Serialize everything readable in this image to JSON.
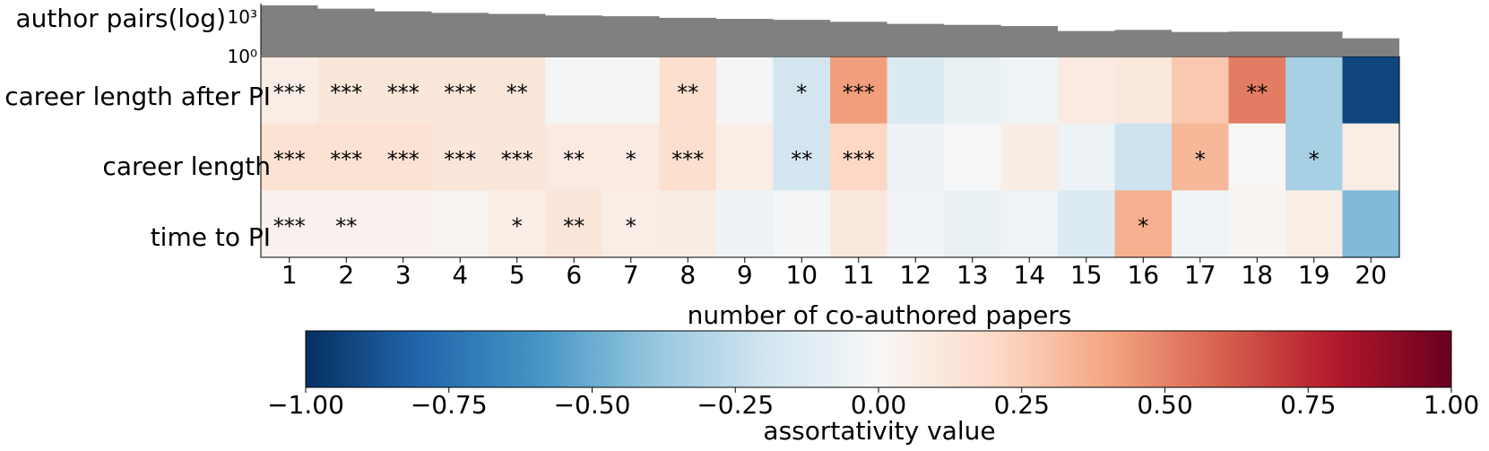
{
  "chart_data": {
    "type": "heatmap",
    "xlabel": "number of co-authored papers",
    "x_categories": [
      "1",
      "2",
      "3",
      "4",
      "5",
      "6",
      "7",
      "8",
      "9",
      "10",
      "11",
      "12",
      "13",
      "14",
      "15",
      "16",
      "17",
      "18",
      "19",
      "20"
    ],
    "rows": [
      {
        "label": "career length after PI",
        "values": [
          0.07,
          0.12,
          0.12,
          0.12,
          0.12,
          -0.02,
          -0.02,
          0.17,
          -0.02,
          -0.19,
          0.42,
          -0.14,
          -0.08,
          -0.05,
          0.09,
          0.11,
          0.27,
          0.52,
          -0.33,
          -0.92
        ],
        "stars": [
          "***",
          "***",
          "***",
          "***",
          "**",
          "",
          "",
          "**",
          "",
          "*",
          "***",
          "",
          "",
          "",
          "",
          "",
          "",
          "**",
          "",
          ""
        ]
      },
      {
        "label": "career length",
        "values": [
          0.15,
          0.15,
          0.15,
          0.12,
          0.12,
          0.09,
          0.09,
          0.17,
          0.07,
          -0.19,
          0.21,
          -0.06,
          -0.01,
          0.08,
          -0.06,
          -0.21,
          0.33,
          0.01,
          -0.33,
          0.07
        ],
        "stars": [
          "***",
          "***",
          "***",
          "***",
          "***",
          "**",
          "*",
          "***",
          "",
          "**",
          "***",
          "",
          "",
          "",
          "",
          "",
          "*",
          "",
          "*",
          ""
        ]
      },
      {
        "label": "time to PI",
        "values": [
          0.04,
          0.04,
          0.04,
          0.03,
          0.07,
          0.12,
          0.07,
          0.08,
          -0.06,
          -0.02,
          0.11,
          -0.03,
          -0.08,
          -0.04,
          -0.14,
          0.36,
          -0.04,
          0.02,
          0.07,
          -0.45
        ]
      }
    ],
    "star_row3": [
      "***",
      "**",
      "",
      "",
      "*",
      "**",
      "*",
      "",
      "",
      "",
      "",
      "",
      "",
      "",
      "",
      "*",
      "",
      "",
      "",
      ""
    ],
    "top_bars": {
      "ylabel": "author pairs(log)",
      "y_ticks": [
        "10⁰",
        "10³"
      ],
      "values": [
        1700,
        1050,
        700,
        560,
        480,
        380,
        340,
        270,
        230,
        200,
        150,
        110,
        95,
        80,
        38,
        45,
        33,
        35,
        35,
        13
      ],
      "color": "#808080"
    },
    "colorbar": {
      "label": "assortativity value",
      "range": [
        -1.0,
        1.0
      ],
      "ticks": [
        "−1.00",
        "−0.75",
        "−0.50",
        "−0.25",
        "0.00",
        "0.25",
        "0.50",
        "0.75",
        "1.00"
      ],
      "colormap": "RdBu_r",
      "stops": [
        "#053061",
        "#2166ac",
        "#4393c3",
        "#92c5de",
        "#d1e5f0",
        "#f7f7f7",
        "#fddbc7",
        "#f4a582",
        "#d6604d",
        "#b2182b",
        "#67001f"
      ]
    }
  }
}
